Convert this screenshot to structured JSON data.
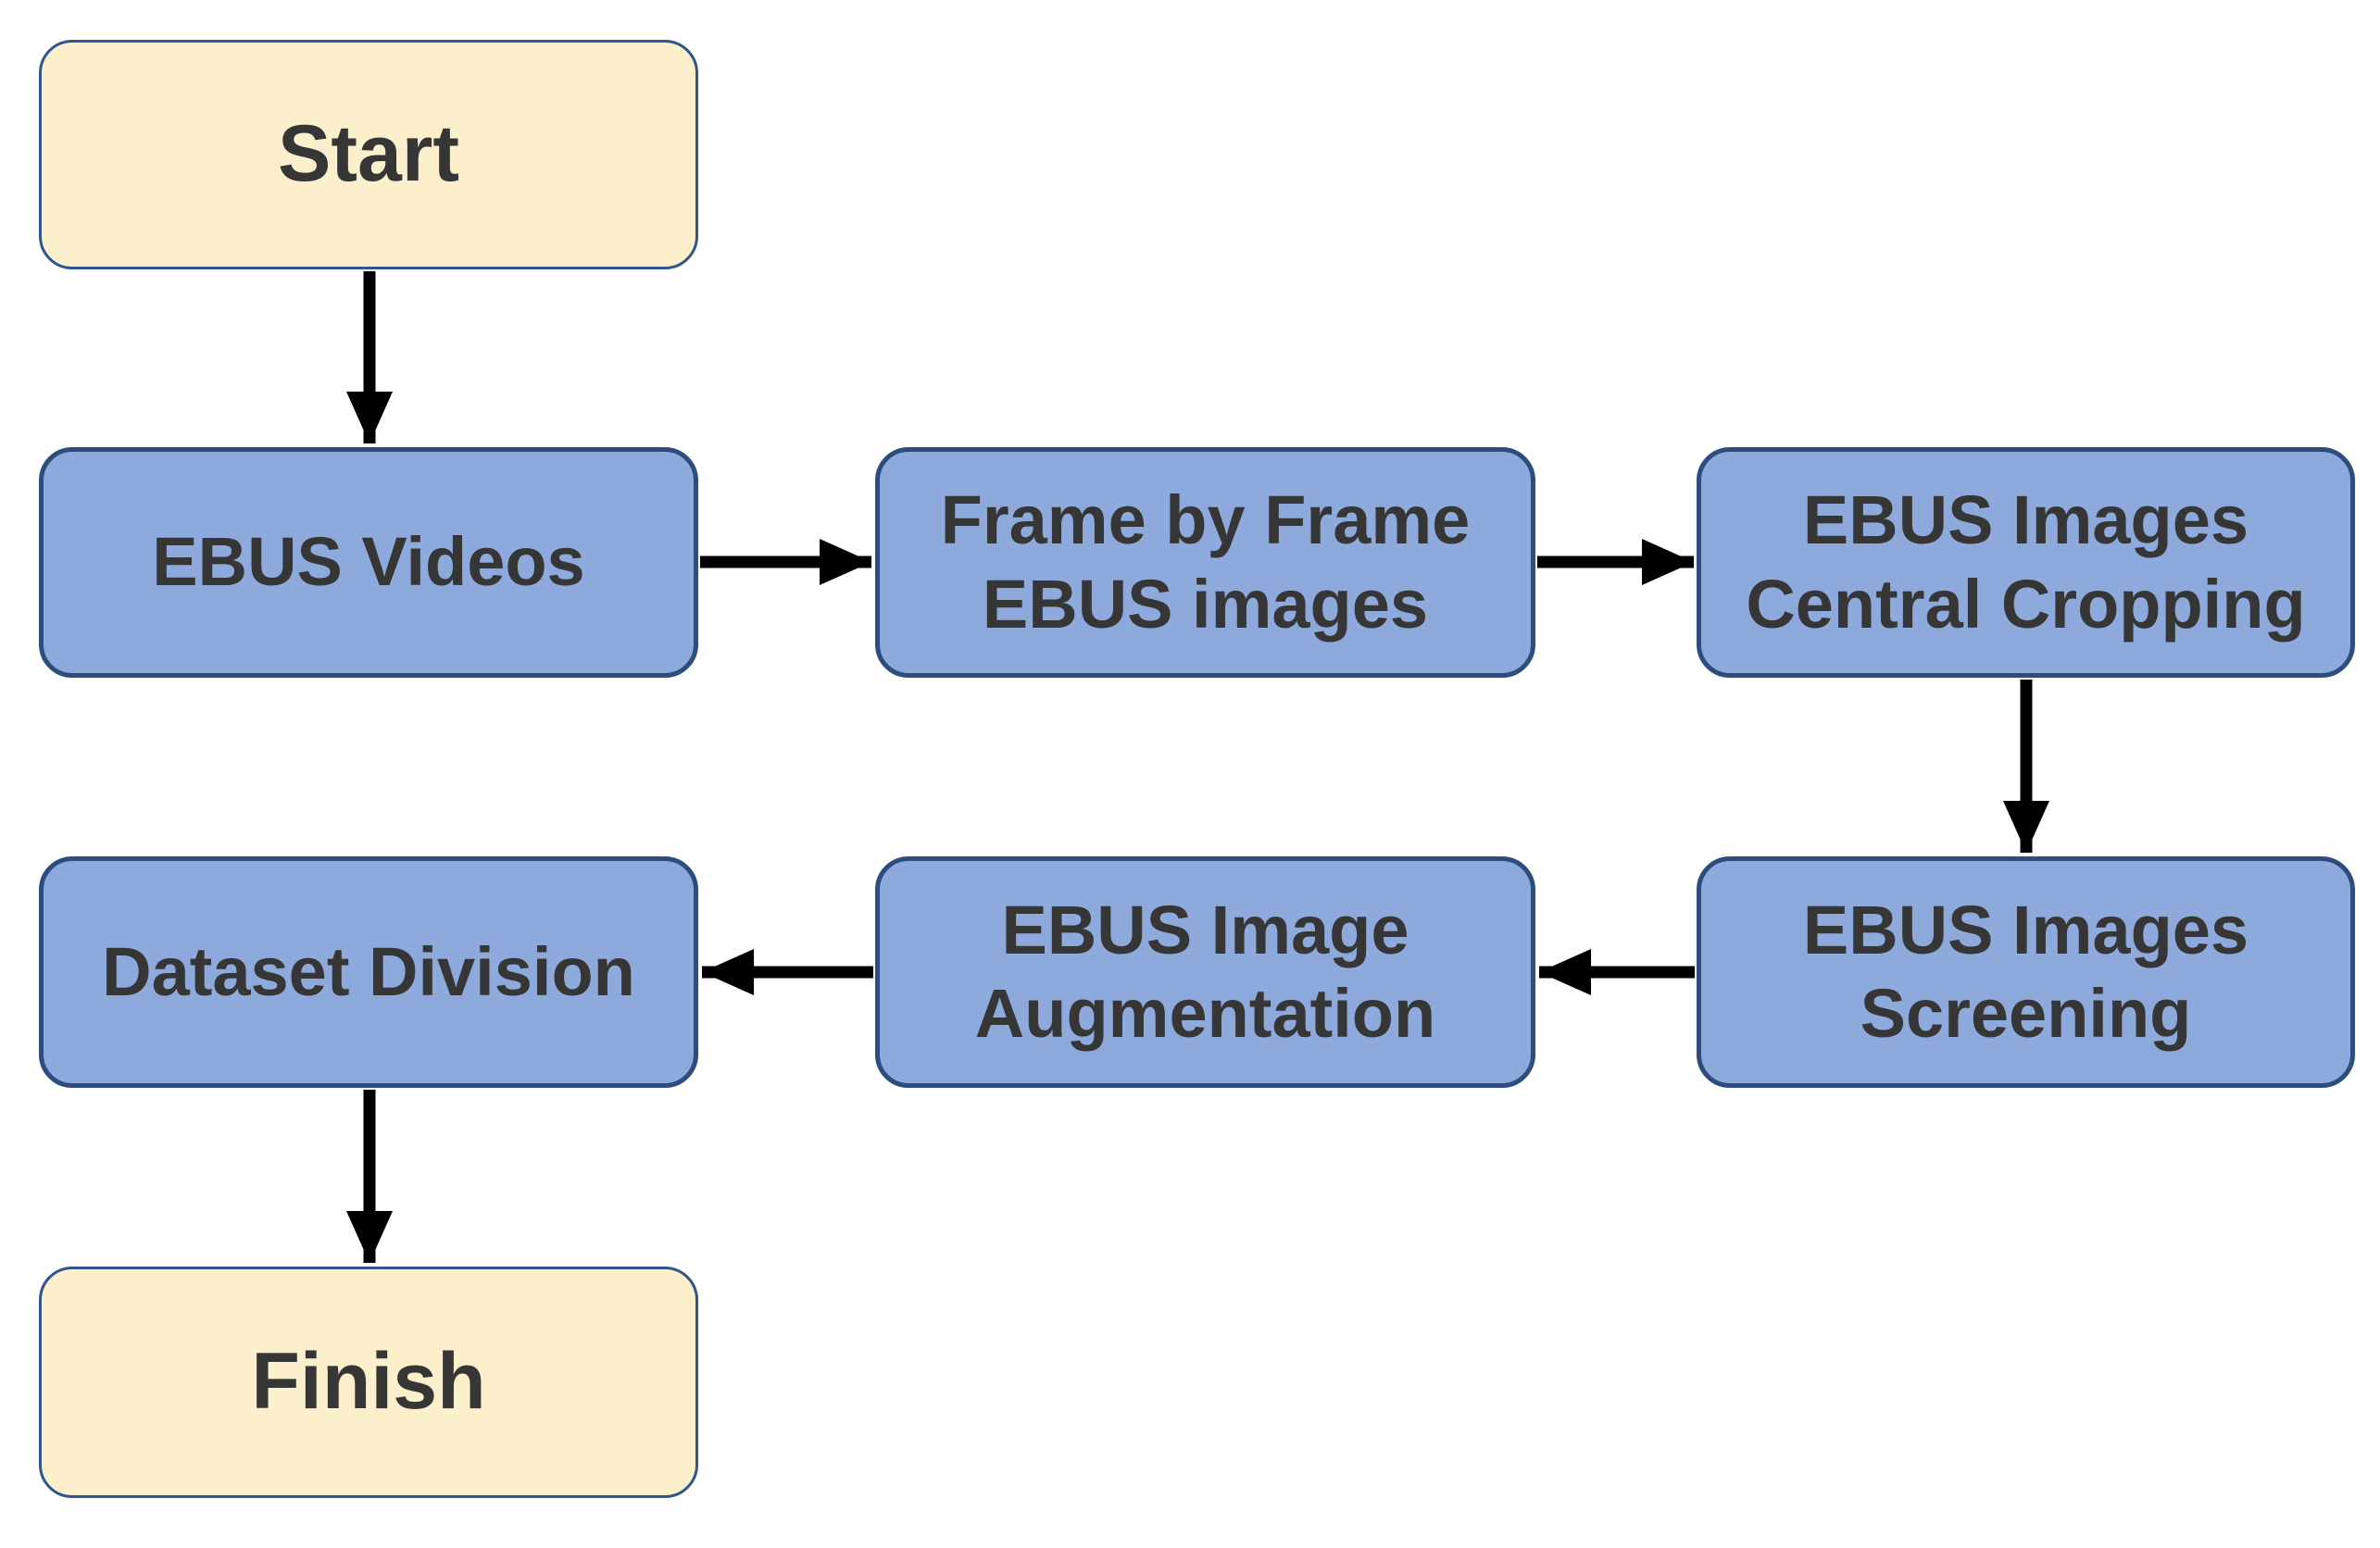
{
  "diagram_type": "flowchart",
  "colors": {
    "terminal-fill": "#FBF0CB",
    "terminal-border": "#31568D",
    "process-fill": "#8EA9DB",
    "process-border": "#2C4D7E",
    "arrow": "#000000",
    "text": "#363636",
    "bg": "#FFFFFF"
  },
  "nodes": [
    {
      "id": "start",
      "type": "terminal",
      "label": "Start",
      "lines": [
        "Start"
      ]
    },
    {
      "id": "ebus-videos",
      "type": "process",
      "label": "EBUS Videos",
      "lines": [
        "EBUS Videos"
      ]
    },
    {
      "id": "frame-by-frame-ebus-images",
      "type": "process",
      "label": "Frame by Frame EBUS images",
      "lines": [
        "Frame by Frame",
        "EBUS images"
      ]
    },
    {
      "id": "ebus-images-central-cropping",
      "type": "process",
      "label": "EBUS Images Central Cropping",
      "lines": [
        "EBUS Images",
        "Central Cropping"
      ]
    },
    {
      "id": "ebus-images-screening",
      "type": "process",
      "label": "EBUS Images Screening",
      "lines": [
        "EBUS Images",
        "Screening"
      ]
    },
    {
      "id": "ebus-image-augmentation",
      "type": "process",
      "label": "EBUS Image Augmentation",
      "lines": [
        "EBUS Image",
        "Augmentation"
      ]
    },
    {
      "id": "dataset-division",
      "type": "process",
      "label": "Dataset Division",
      "lines": [
        "Dataset Division"
      ]
    },
    {
      "id": "finish",
      "type": "terminal",
      "label": "Finish",
      "lines": [
        "Finish"
      ]
    }
  ],
  "edges": [
    {
      "from": "start",
      "to": "ebus-videos"
    },
    {
      "from": "ebus-videos",
      "to": "frame-by-frame-ebus-images"
    },
    {
      "from": "frame-by-frame-ebus-images",
      "to": "ebus-images-central-cropping"
    },
    {
      "from": "ebus-images-central-cropping",
      "to": "ebus-images-screening"
    },
    {
      "from": "ebus-images-screening",
      "to": "ebus-image-augmentation"
    },
    {
      "from": "ebus-image-augmentation",
      "to": "dataset-division"
    },
    {
      "from": "dataset-division",
      "to": "finish"
    }
  ]
}
